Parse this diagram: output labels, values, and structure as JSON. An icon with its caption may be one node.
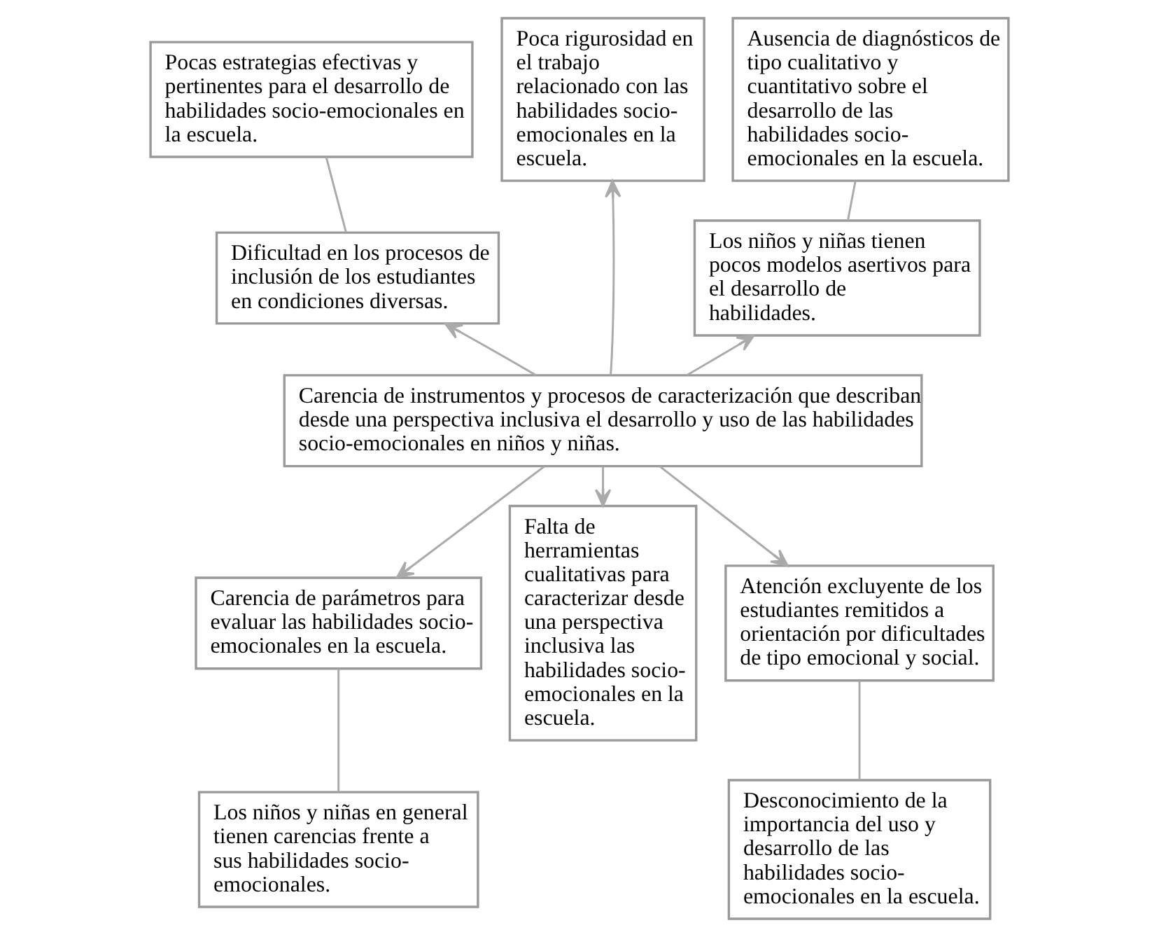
{
  "diagram": {
    "nodes": [
      {
        "text": [
          "Pocas estrategias efectivas y pertinentes para el desarrollo de habilidades socio-emocionales en la escuela."
        ]
      },
      {
        "text": [
          "Dificultad en los procesos de inclusión de los estudiantes en condiciones diversas."
        ]
      },
      {
        "text": [
          "Poca rigurosidad en el trabajo relacionado con las habilidades socio-emocionales en la escuela."
        ]
      },
      {
        "text": [
          "Ausencia de diagnósticos de tipo cualitativo y cuantitativo sobre el desarrollo de las habilidades socio-emocionales en la escuela."
        ]
      },
      {
        "text": [
          "Los niños y niñas tienen pocos modelos asertivos para el desarrollo de habilidades."
        ]
      },
      {
        "text": [
          "Carencia de instrumentos y procesos de caracterización que describan desde una perspectiva inclusiva el desarrollo y uso de las habilidades socio-emocionales en niños y niñas."
        ]
      },
      {
        "text": [
          "Carencia de parámetros para evaluar las habilidades socio-emocionales en la escuela."
        ]
      },
      {
        "text": [
          "Falta de herramientas cualitativas para caracterizar desde una perspectiva inclusiva las habilidades socio-emocionales en la escuela."
        ]
      },
      {
        "text": [
          "Atención excluyente de los estudiantes remitidos a orientación por dificultades de tipo emocional y social."
        ]
      },
      {
        "text": [
          "Los niños y niñas en general tienen carencias frente a sus habilidades socio-emocionales."
        ]
      },
      {
        "text": [
          "Desconocimiento de la importancia del uso y desarrollo de las habilidades socio-emocionales en la escuela."
        ]
      }
    ],
    "edges": [
      {
        "from": 0,
        "to": 1,
        "arrow": "none"
      },
      {
        "from": 3,
        "to": 4,
        "arrow": "none"
      },
      {
        "from": 5,
        "to": 1,
        "arrow": "to"
      },
      {
        "from": 5,
        "to": 2,
        "arrow": "to"
      },
      {
        "from": 5,
        "to": 4,
        "arrow": "to"
      },
      {
        "from": 5,
        "to": 6,
        "arrow": "to"
      },
      {
        "from": 5,
        "to": 7,
        "arrow": "to"
      },
      {
        "from": 5,
        "to": 8,
        "arrow": "to"
      },
      {
        "from": 6,
        "to": 9,
        "arrow": "none"
      },
      {
        "from": 8,
        "to": 10,
        "arrow": "none"
      }
    ]
  }
}
